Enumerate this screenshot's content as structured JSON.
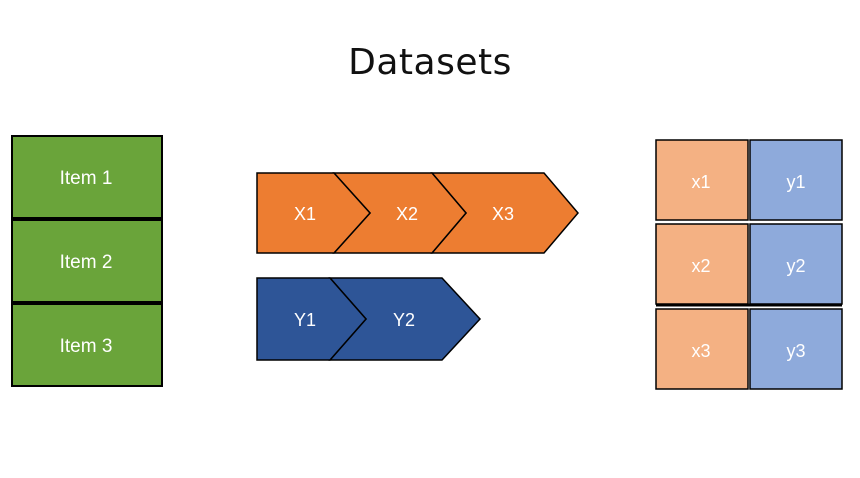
{
  "title": "Datasets",
  "items": [
    "Item 1",
    "Item 2",
    "Item 3"
  ],
  "x_sequence": [
    "X1",
    "X2",
    "X3"
  ],
  "y_sequence": [
    "Y1",
    "Y2"
  ],
  "pairs": [
    {
      "x": "x1",
      "y": "y1"
    },
    {
      "x": "x2",
      "y": "y2"
    },
    {
      "x": "x3",
      "y": "y3"
    }
  ],
  "colors": {
    "item_fill": "#6aa43a",
    "x_chevron_fill": "#ed7d31",
    "y_chevron_fill": "#2e5597",
    "x_cell_fill": "#f4b183",
    "y_cell_fill": "#8eaadb",
    "stroke": "#000000",
    "label_light": "#ffffff"
  }
}
